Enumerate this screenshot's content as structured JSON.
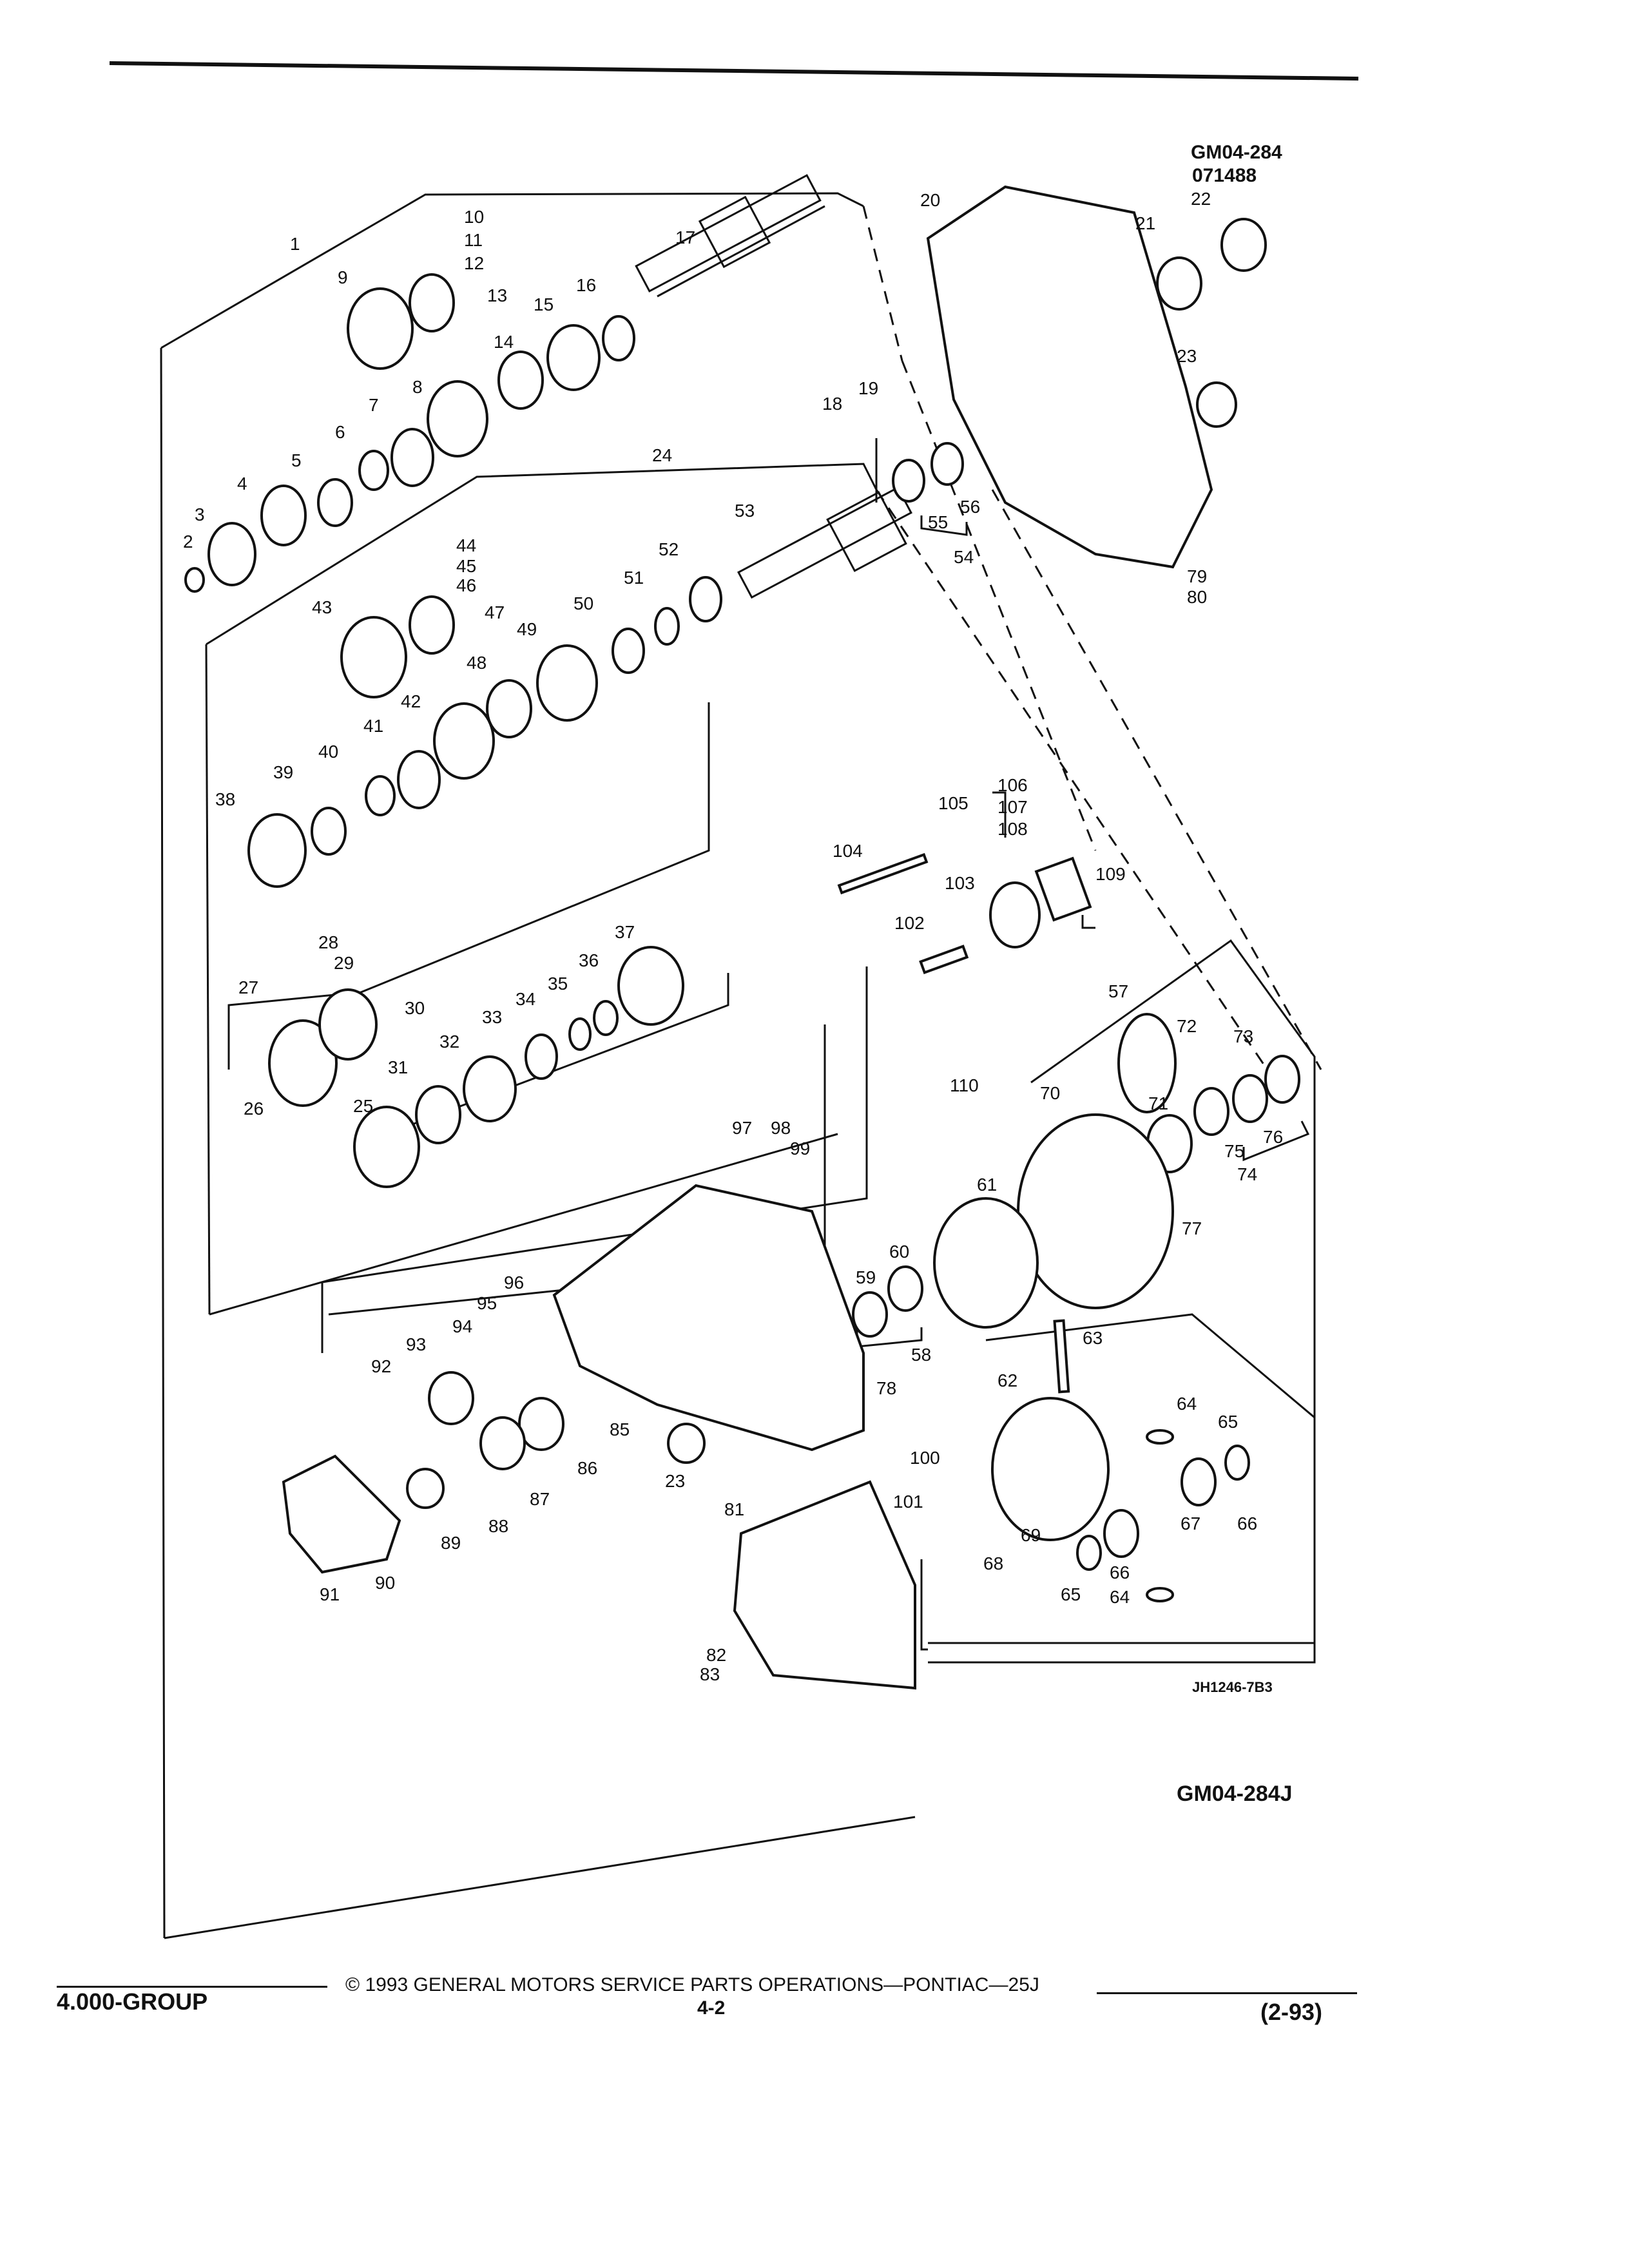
{
  "header": {
    "doc_code": "GM04-284",
    "doc_date": "071488"
  },
  "figure": {
    "art_code": "JH1246-7B3",
    "figure_id": "GM04-284J"
  },
  "footer": {
    "group": "4.000-GROUP",
    "copyright": "© 1993 GENERAL MOTORS SERVICE PARTS OPERATIONS—PONTIAC—25J",
    "page": "4-2",
    "revision": "(2-93)"
  },
  "callouts": [
    "1",
    "2",
    "3",
    "4",
    "5",
    "6",
    "7",
    "8",
    "9",
    "10",
    "11",
    "12",
    "13",
    "14",
    "15",
    "16",
    "17",
    "18",
    "19",
    "20",
    "21",
    "22",
    "23",
    "23",
    "24",
    "25",
    "26",
    "27",
    "28",
    "29",
    "30",
    "31",
    "32",
    "33",
    "34",
    "35",
    "36",
    "37",
    "38",
    "39",
    "40",
    "41",
    "42",
    "43",
    "44",
    "45",
    "46",
    "47",
    "48",
    "49",
    "50",
    "51",
    "52",
    "53",
    "54",
    "55",
    "56",
    "57",
    "58",
    "59",
    "60",
    "61",
    "62",
    "63",
    "64",
    "64",
    "65",
    "65",
    "66",
    "66",
    "67",
    "68",
    "69",
    "70",
    "71",
    "72",
    "73",
    "74",
    "75",
    "76",
    "77",
    "78",
    "79",
    "80",
    "81",
    "82",
    "83",
    "85",
    "86",
    "87",
    "88",
    "89",
    "90",
    "91",
    "92",
    "93",
    "94",
    "95",
    "96",
    "97",
    "98",
    "99",
    "100",
    "101",
    "102",
    "103",
    "104",
    "105",
    "106",
    "107",
    "108",
    "109",
    "110"
  ],
  "colors": {
    "ink": "#111111",
    "paper": "#ffffff"
  }
}
